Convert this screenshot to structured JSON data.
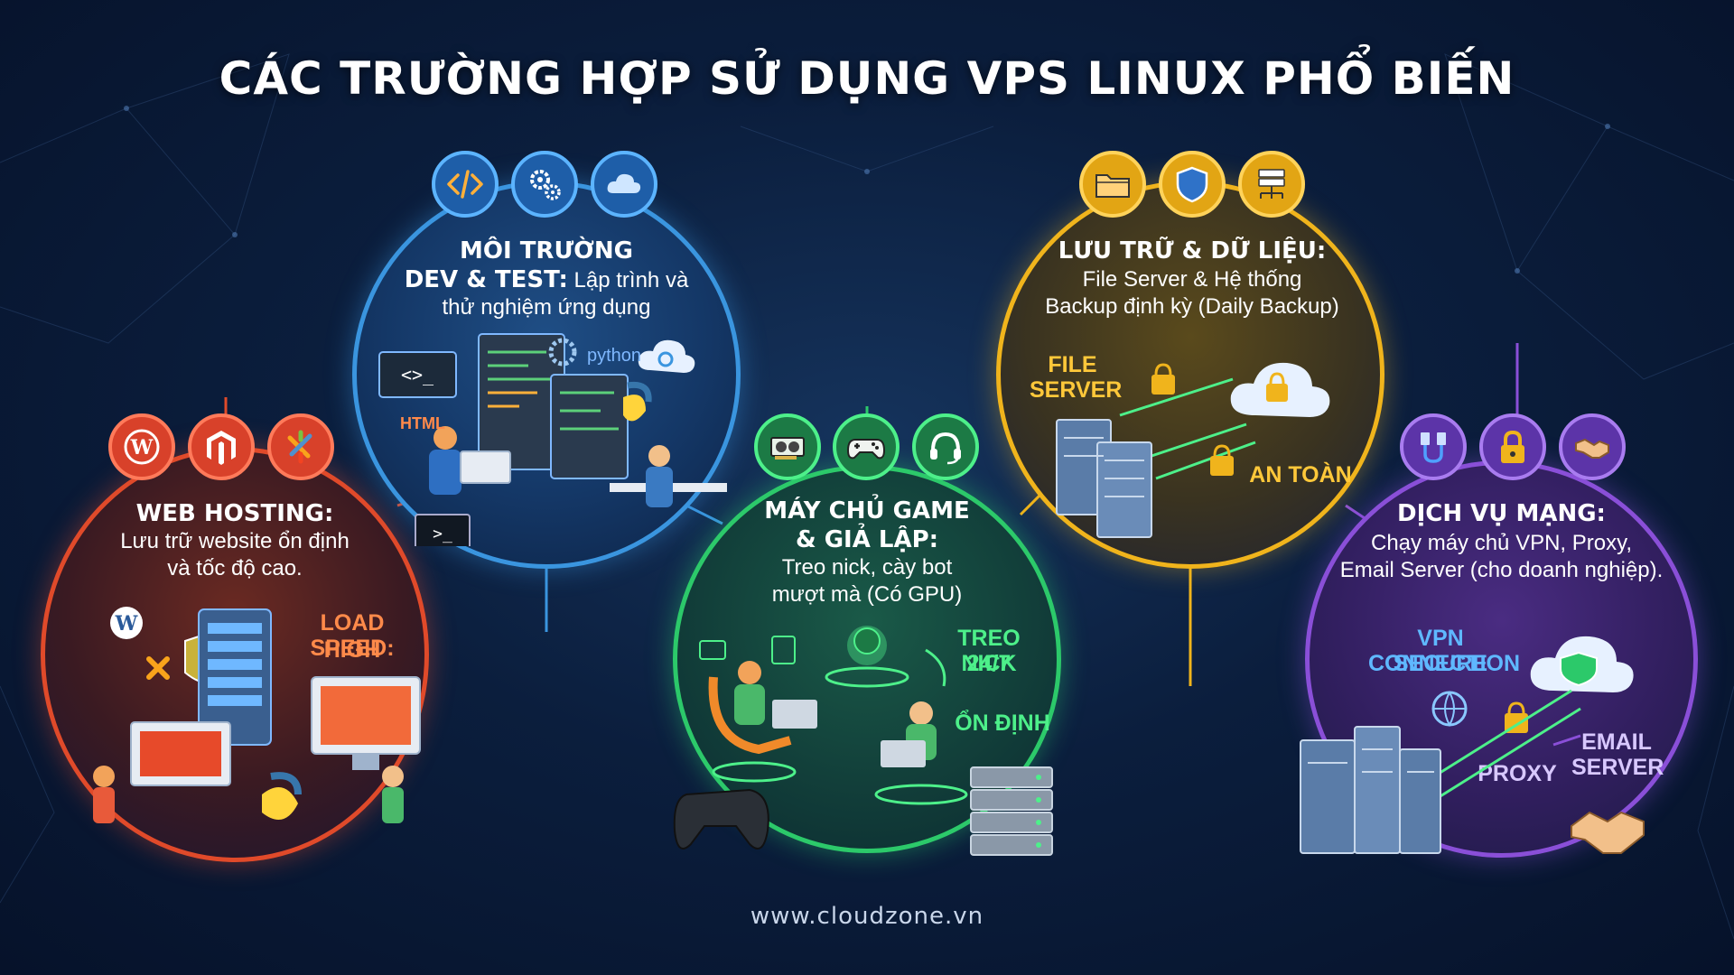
{
  "title": "CÁC TRƯỜNG HỢP SỬ DỤNG VPS LINUX PHỔ BIẾN",
  "footer": "www.cloudzone.vn",
  "colors": {
    "web": "#e04a2a",
    "dev": "#3a95df",
    "game": "#2cc96a",
    "storage": "#f0b41c",
    "network": "#8a4fd8"
  },
  "web_hosting": {
    "icons": [
      "wordpress-icon",
      "magento-icon",
      "joomla-icon"
    ],
    "heading": "WEB HOSTING:",
    "desc_1": "Lưu trữ website ổn định",
    "desc_2": "và tốc độ cao.",
    "tag_1": "LOAD SPEED:",
    "tag_2": "HIGH"
  },
  "dev_test": {
    "icons": [
      "code-icon",
      "gears-icon",
      "cloud-icon"
    ],
    "heading_1": "MÔI TRƯỜNG",
    "heading_2": "DEV & TEST:",
    "desc_inline": " Lập trình và",
    "desc_2": "thử nghiệm ứng dụng",
    "label_python": "python",
    "label_html": "HTML"
  },
  "game_server": {
    "icons": [
      "gpu-card-icon",
      "gamepad-icon",
      "headset-icon"
    ],
    "heading_1": "MÁY CHỦ GAME",
    "heading_2": "& GIẢ LẬP:",
    "desc_1": "Treo nick, cày bot",
    "desc_2": "mượt mà (Có GPU)",
    "tag_1": "TREO NICK",
    "tag_2": "24/7",
    "tag_3": "ỔN ĐỊNH"
  },
  "storage": {
    "icons": [
      "folder-icon",
      "shield-icon",
      "server-network-icon"
    ],
    "heading": "LƯU TRỮ & DỮ LIỆU:",
    "desc_1": "File Server & Hệ thống",
    "desc_2": "Backup định kỳ (Daily Backup)",
    "tag_file_1": "FILE",
    "tag_file_2": "SERVER",
    "tag_safe": "AN TOÀN"
  },
  "network": {
    "icons": [
      "ethernet-icon",
      "lock-icon",
      "handshake-icon"
    ],
    "heading": "DỊCH VỤ MẠNG:",
    "desc_1": "Chạy máy chủ VPN, Proxy,",
    "desc_2": "Email Server (cho doanh nghiệp).",
    "tag_vpn_1": "VPN SECURE",
    "tag_vpn_2": "CONNECTION",
    "tag_proxy": "PROXY",
    "tag_email_1": "EMAIL",
    "tag_email_2": "SERVER"
  }
}
